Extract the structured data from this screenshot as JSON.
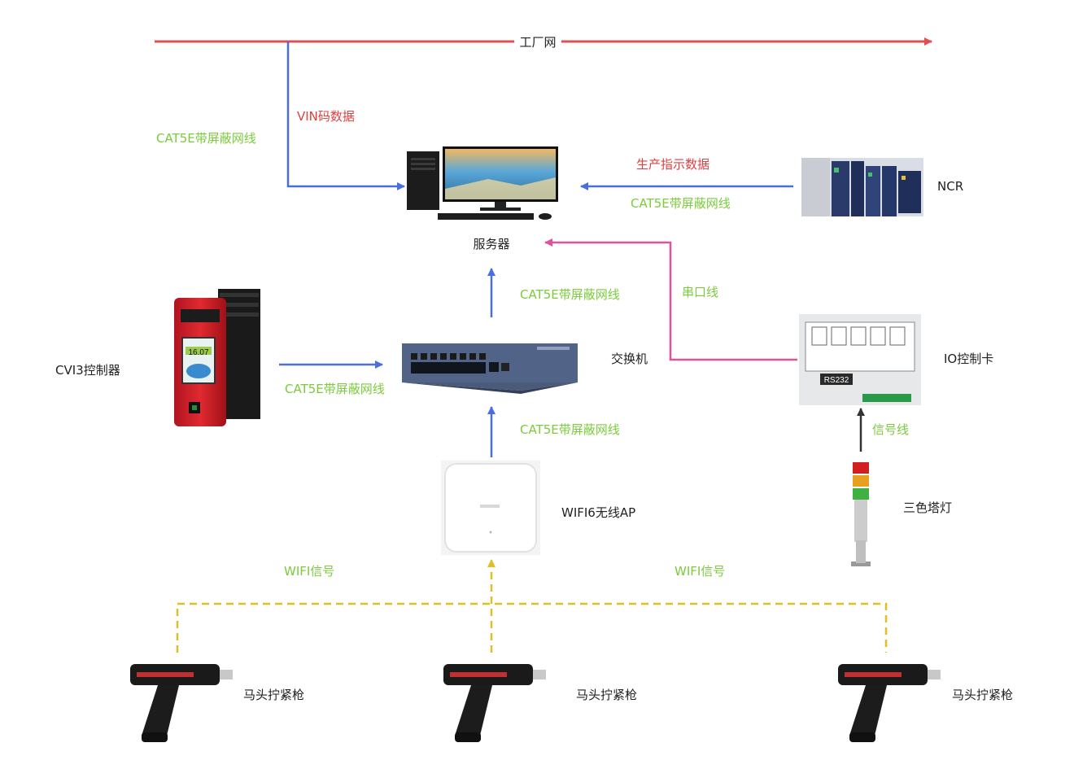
{
  "colors": {
    "factory_line": "#e05050",
    "ethernet": "#4a6ee0",
    "serial": "#e052a0",
    "signal": "#333333",
    "wifi": "#e0c020",
    "label_green": "#7ccb3c",
    "label_red": "#e04040"
  },
  "factory_net": {
    "label": "工厂网"
  },
  "links": {
    "vin_data": "VIN码数据",
    "cat5e_left": "CAT5E带屏蔽网线",
    "production_data": "生产指示数据",
    "cat5e_ncr": "CAT5E带屏蔽网线",
    "cat5e_switch_server": "CAT5E带屏蔽网线",
    "serial_line": "串口线",
    "cat5e_cvi3": "CAT5E带屏蔽网线",
    "cat5e_ap": "CAT5E带屏蔽网线",
    "signal_line": "信号线",
    "wifi_left": "WIFI信号",
    "wifi_right": "WIFI信号"
  },
  "devices": {
    "server": {
      "label": "服务器",
      "icon": "server-computer-icon"
    },
    "ncr": {
      "label": "NCR",
      "icon": "plc-rack-icon"
    },
    "cvi3": {
      "label": "CVI3控制器",
      "icon": "controller-icon",
      "screen_value": "16.07"
    },
    "switch": {
      "label": "交换机",
      "icon": "network-switch-icon"
    },
    "io_card": {
      "label": "IO控制卡",
      "icon": "io-board-icon",
      "plate_text": "RS232"
    },
    "ap": {
      "label": "WIFI6无线AP",
      "icon": "wireless-ap-icon"
    },
    "tower_light": {
      "label": "三色塔灯",
      "icon": "tower-light-icon"
    },
    "tools": [
      {
        "label": "马头拧紧枪",
        "icon": "nutrunner-icon"
      },
      {
        "label": "马头拧紧枪",
        "icon": "nutrunner-icon"
      },
      {
        "label": "马头拧紧枪",
        "icon": "nutrunner-icon"
      }
    ]
  }
}
